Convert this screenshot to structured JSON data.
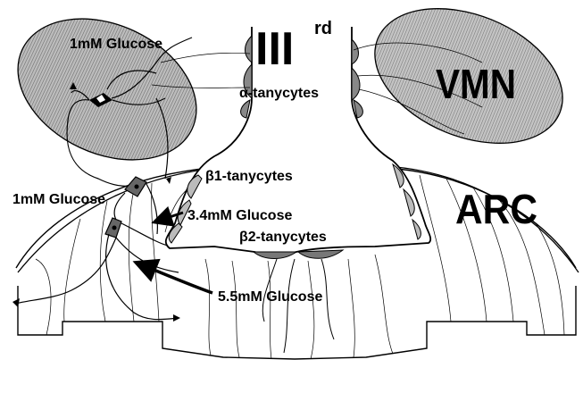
{
  "labels": {
    "ventricle": "III",
    "ventricle_sup": "rd",
    "vmn": "VMN",
    "arc": "ARC",
    "alpha": "α-tanycytes",
    "beta1": "β1-tanycytes",
    "beta2": "β2-tanycytes",
    "glucose_top": "1mM Glucose",
    "glucose_left": "1mM Glucose",
    "glucose_mid": "3.4mM Glucose",
    "glucose_low": "5.5mM Glucose"
  },
  "colors": {
    "line": "#000000",
    "nucleus_fill": "#9a9a9a",
    "cell_fill": "#8a8a8a",
    "background": "#ffffff"
  }
}
